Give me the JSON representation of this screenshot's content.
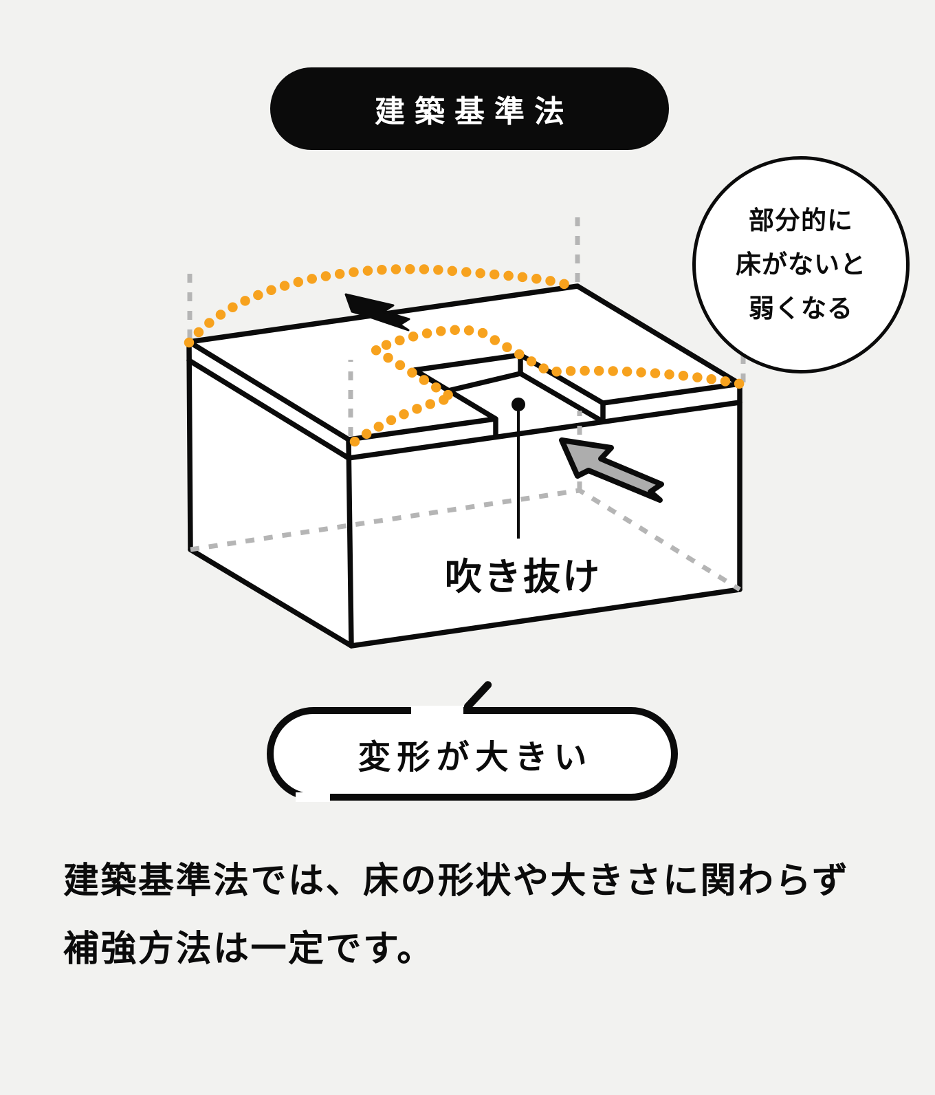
{
  "colors": {
    "bg": "#F2F2F0",
    "ink": "#0B0B0B",
    "deform_orange": "#F7A21E",
    "hidden_gray": "#B5B5B5",
    "arrow_gray": "#ADADAD"
  },
  "badge": {
    "label": "建築基準法"
  },
  "callout": {
    "lines": [
      "部分的に",
      "床がないと",
      "弱くなる"
    ]
  },
  "diagram": {
    "void_label": "吹き抜け",
    "icons": {
      "black_arrow": "deformation-direction-arrow",
      "gray_arrow": "seismic-load-arrow"
    }
  },
  "bubble": {
    "label": "変形が大きい"
  },
  "caption": {
    "lines": [
      "建築基準法では、床の形状や大きさに関わらず",
      "補強方法は一定です。"
    ]
  }
}
